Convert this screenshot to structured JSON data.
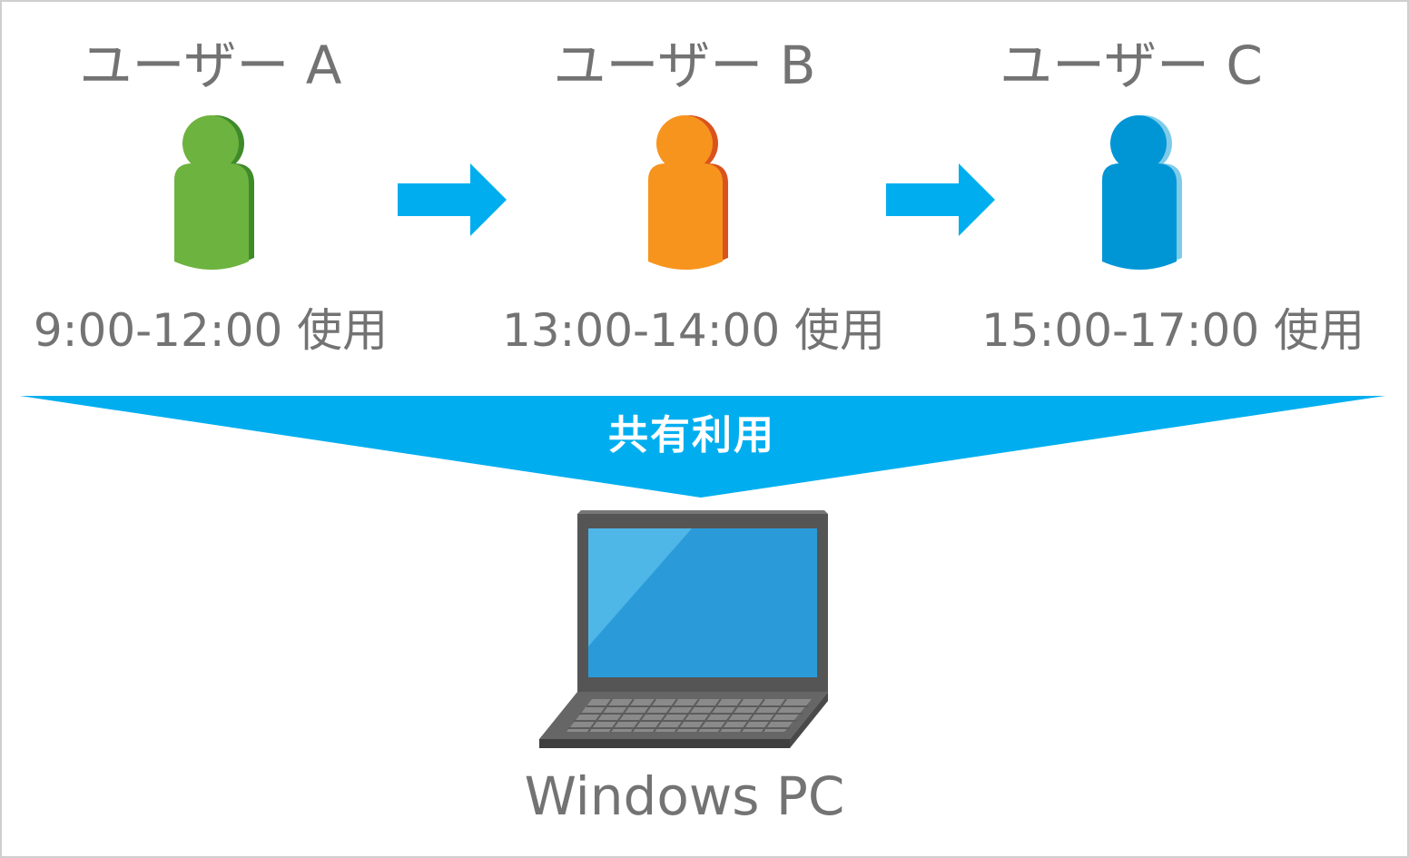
{
  "users": [
    {
      "title": "ユーザー A",
      "time": "9:00-12:00 使用",
      "color": "#6db33f",
      "shade": "#3f8a2a"
    },
    {
      "title": "ユーザー B",
      "time": "13:00-14:00 使用",
      "color": "#f7941d",
      "shade": "#d9531e"
    },
    {
      "title": "ユーザー C",
      "time": "15:00-17:00 使用",
      "color": "#0096d6",
      "shade": "#7fcbe8"
    }
  ],
  "share_label": "共有利用",
  "device_label": "Windows PC",
  "colors": {
    "arrow": "#00aeef",
    "banner": "#00aeef",
    "text": "#737373",
    "laptop_body": "#555555",
    "laptop_screen": "#2a9bd8"
  },
  "icons": [
    "user-a-icon",
    "user-b-icon",
    "user-c-icon",
    "right-arrow-icon",
    "laptop-icon"
  ]
}
